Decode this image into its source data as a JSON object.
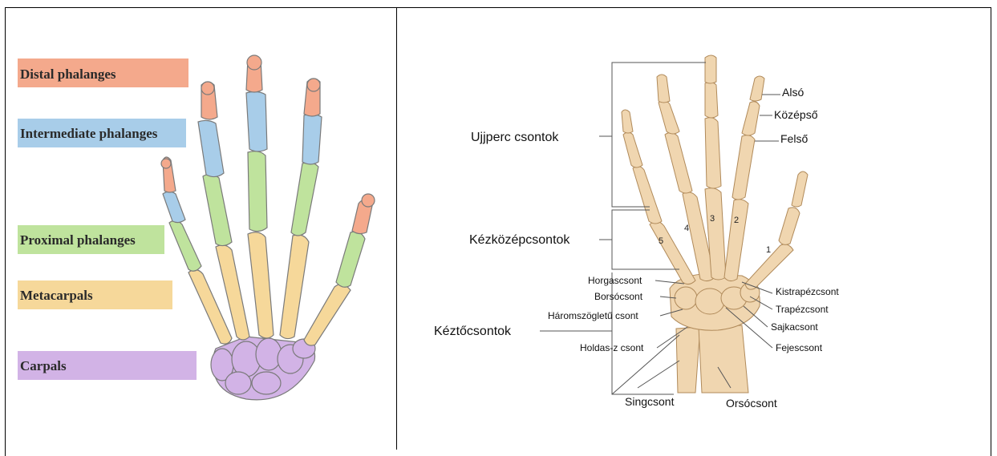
{
  "left_diagram": {
    "labels": {
      "distal": "Distal phalanges",
      "intermediate": "Intermediate phalanges",
      "proximal": "Proximal phalanges",
      "metacarpals": "Metacarpals",
      "carpals": "Carpals"
    },
    "colors": {
      "distal": "#f4a98c",
      "intermediate": "#a8cde9",
      "proximal": "#bfe39d",
      "metacarpals": "#f6d89a",
      "carpals": "#d2b3e6"
    }
  },
  "right_diagram": {
    "groups": {
      "phalanges": "Ujjperc csontok",
      "metacarpals": "Kézközépcsontok",
      "carpals": "Kéztőcsontok"
    },
    "phalanx_parts": {
      "distal": "Alsó",
      "middle": "Középső",
      "proximal": "Felső"
    },
    "carpal_bones": {
      "hamate": "Horgascsont",
      "pisiform": "Borsócsont",
      "triquetrum": "Háromszögletű csont",
      "lunate": "Holdas-z csont",
      "trapezoid": "Kistrapézcsont",
      "trapezium": "Trapézcsont",
      "scaphoid": "Sajkacsont",
      "capitate": "Fejescsont"
    },
    "forearm": {
      "ulna": "Singcsont",
      "radius": "Orsócsont"
    },
    "digit_numbers": [
      "1",
      "2",
      "3",
      "4",
      "5"
    ]
  }
}
